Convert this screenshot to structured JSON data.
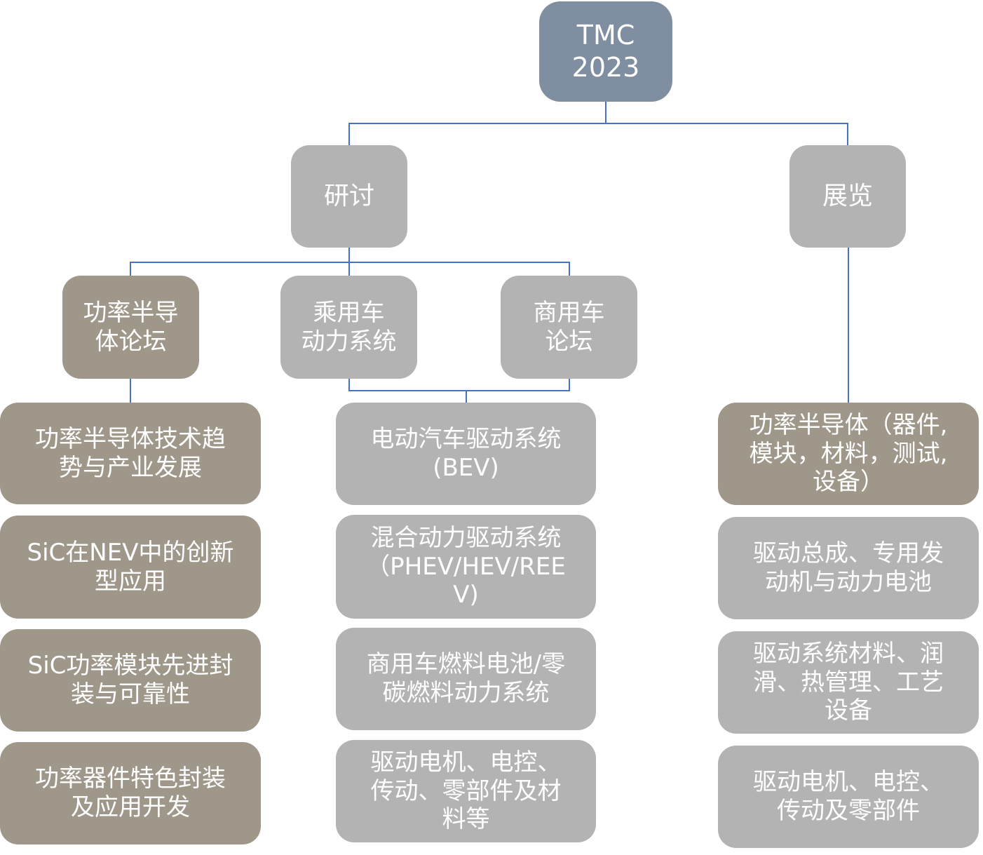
{
  "root": {
    "label": "TMC\n2023"
  },
  "branches": {
    "seminar": {
      "label": "研讨"
    },
    "exhibition": {
      "label": "展览"
    }
  },
  "forums": [
    {
      "label": "功率半导\n体论坛",
      "color": "#9e978a"
    },
    {
      "label": "乘用车\n动力系统",
      "color": "#b3b3b3"
    },
    {
      "label": "商用车\n论坛",
      "color": "#b3b3b3"
    }
  ],
  "columns": {
    "semiconductor_topics": [
      "功率半导体技术趋\n势与产业发展",
      "SiC在NEV中的创新\n型应用",
      "SiC功率模块先进封\n装与可靠性",
      "功率器件特色封装\n及应用开发"
    ],
    "vehicle_topics": [
      "电动汽车驱动系统\n(BEV)",
      "混合动力驱动系统\n（PHEV/HEV/REE\nV)",
      "商用车燃料电池/零\n碳燃料动力系统",
      "驱动电机、电控、\n传动、零部件及材\n料等"
    ],
    "exhibition_topics": [
      "功率半导体（器件,\n模块，材料，测试,\n设备）",
      "驱动总成、专用发\n动机与动力电池",
      "驱动系统材料、润\n滑、热管理、工艺\n设备",
      "驱动电机、电控、\n传动及零部件"
    ]
  },
  "colors": {
    "root": "#7f8ea0",
    "grey": "#b3b3b3",
    "tan": "#9e978a",
    "connector": "#4472c4"
  }
}
